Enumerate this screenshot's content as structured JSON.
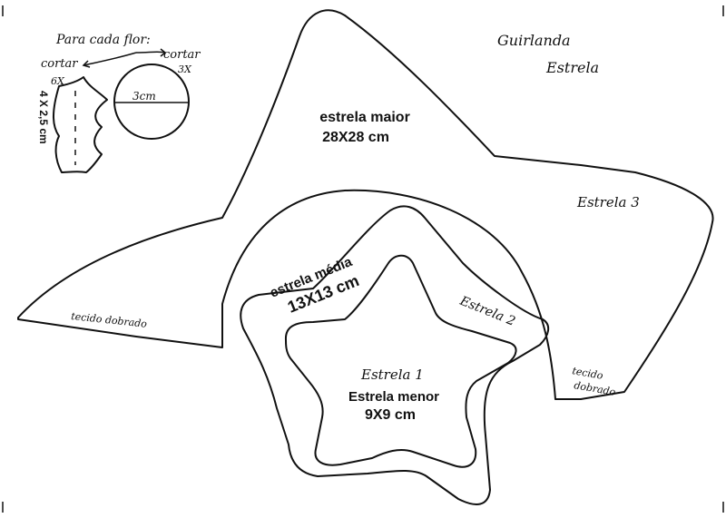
{
  "flower_note": {
    "header": "Para cada flor:",
    "cut_left": "cortar",
    "cut_left_count": "6X",
    "cut_right": "cortar",
    "cut_right_count": "3X",
    "petal_size": "4 X 2,5 cm",
    "circle_size": "3cm"
  },
  "title": {
    "line1": "Guirlanda",
    "line2": "Estrela"
  },
  "star_large": {
    "label": "estrela maior",
    "size": "28X28 cm",
    "name": "Estrela 3",
    "fold_left": "tecido dobrado",
    "fold_right_1": "tecido",
    "fold_right_2": "dobrado"
  },
  "star_medium": {
    "label": "estrela média",
    "size": "13X13 cm",
    "name": "Estrela 2"
  },
  "star_small": {
    "name": "Estrela 1",
    "label": "Estrela menor",
    "size": "9X9 cm"
  }
}
